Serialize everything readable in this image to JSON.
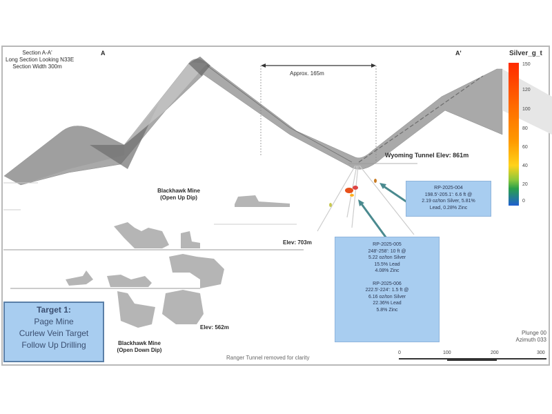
{
  "section_info": {
    "line1": "Section A-A'",
    "line2": "Long Section Looking N33E",
    "line3": "Section Width 300m"
  },
  "section_markers": {
    "start": "A",
    "end": "A'"
  },
  "measurement": {
    "label": "Approx. 165m"
  },
  "labels": {
    "wyoming_tunnel": "Wyoming Tunnel Elev: 861m",
    "blackhawk_up": {
      "line1": "Blackhawk Mine",
      "line2": "(Open Up Dip)"
    },
    "blackhawk_down": {
      "line1": "Blackhawk Mine",
      "line2": "(Open Down Dip)"
    },
    "elev_703": "Elev: 703m",
    "elev_562": "Elev: 562m",
    "ranger_note": "Ranger Tunnel removed for clarity",
    "plunge": "Plunge 00",
    "azimuth": "Azimuth 033"
  },
  "callouts": {
    "rp004": {
      "line1": "RP-2025-004",
      "line2": "198.5'-205.1': 6.6 ft @",
      "line3": "2.19 oz/ton Silver, 5.81%",
      "line4": "Lead, 0.28% Zinc"
    },
    "rp005": {
      "line1": "RP-2025-005",
      "line2": "248'-258': 10 ft @",
      "line3": "5.22 oz/ton Silver",
      "line4": "15.5% Lead",
      "line5": "4.08% Zinc"
    },
    "rp006": {
      "line1": "RP-2025-006",
      "line2": "222.5'-224': 1.5 ft @",
      "line3": "6.16 oz/ton Silver",
      "line4": "22.36% Lead",
      "line5": "5.8% Zinc"
    }
  },
  "target_box": {
    "line1": "Target 1:",
    "line2": "Page Mine",
    "line3": "Curlew Vein Target",
    "line4": "Follow Up Drilling"
  },
  "legend": {
    "title": "Silver_g_t",
    "ticks": [
      "150",
      "120",
      "100",
      "80",
      "60",
      "40",
      "20",
      "0"
    ],
    "colors": {
      "high": "#ff2a00",
      "mid": "#ff9a00",
      "low_mid": "#ffd21a",
      "green": "#2aa04a",
      "low": "#1f5fd0"
    }
  },
  "scale_bar": {
    "ticks": [
      "0",
      "100",
      "200",
      "300"
    ]
  },
  "colors": {
    "callout_fill": "#a8cdf0",
    "vein_gray": "#a9a9a9",
    "stope_gray": "#b5b5b5",
    "arrow_teal": "#4a8a8f"
  }
}
